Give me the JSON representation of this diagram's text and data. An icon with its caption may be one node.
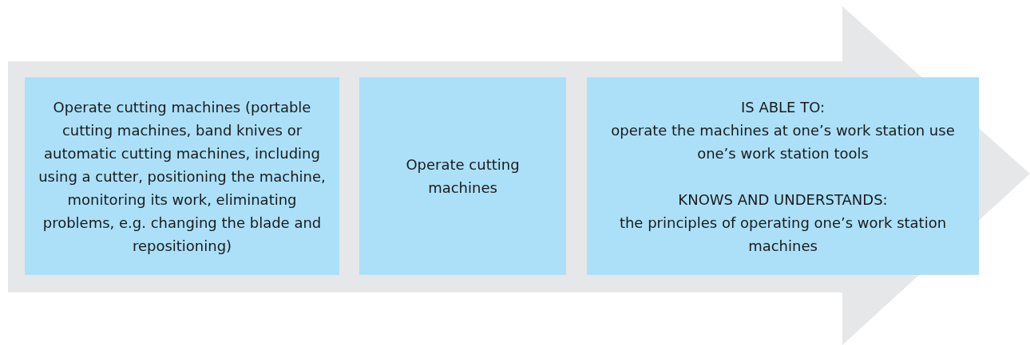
{
  "diagram": {
    "nodes": [
      {
        "text": [
          "Operate cutting machines (portable cutting machines, band knives or automatic cutting machines, including using a cutter, positioning the machine, monitoring its work, eliminating problems, e.g. changing the blade and repositioning)"
        ]
      },
      {
        "text": [
          "Operate cutting machines"
        ]
      },
      {
        "text": [
          "IS ABLE TO:",
          "operate the machines at one’s work station use one’s work station tools",
          "KNOWS AND UNDERSTANDS:",
          "the principles of operating one’s work station machines"
        ]
      }
    ]
  }
}
